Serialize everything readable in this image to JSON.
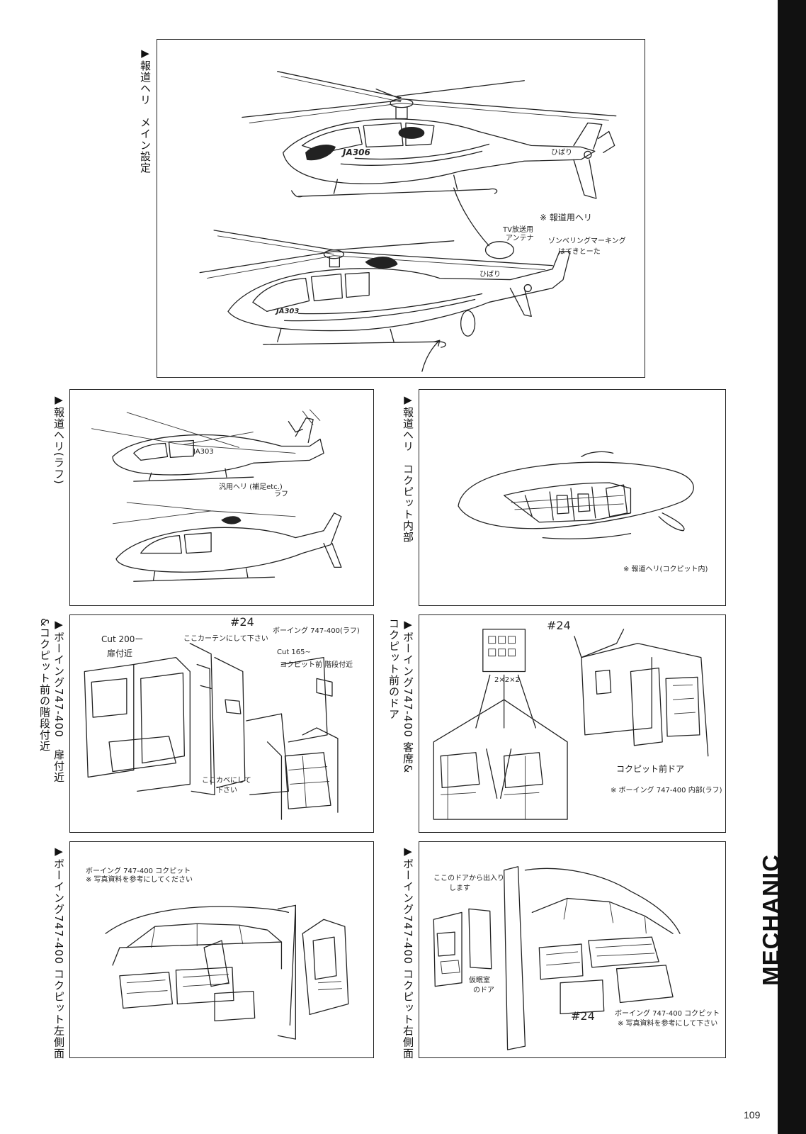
{
  "section_title": "MECHANIC",
  "page_number": "109",
  "captions": [
    "▶報道ヘリ　メイン設定",
    "▶報道ヘリ(ラフ)",
    "▶報道ヘリ　コクピット内部",
    "▶ボーイング747-400　扉付近",
    "&コクピット前の階段付近",
    "▶ボーイング747-400 客席&",
    "コクピット前のドア",
    "▶ボーイング747-400 コクピット左側面",
    "▶ボーイング747-400 コクピット右側面"
  ],
  "panel1": {
    "reg_top": "JA306",
    "reg_bottom": "JA303",
    "tail_top": "ひばり",
    "tail_bottom": "ひばり",
    "antenna_note_1": "TV放送用",
    "antenna_note_2": "アンテナ",
    "note_title": "※ 報道用ヘリ",
    "note_line_1": "ゾンベリングマーキング",
    "note_line_2": "はてきとーた"
  },
  "panel2": {
    "reg": "JA303",
    "note": "汎用ヘリ (補足etc.)",
    "rough": "ラフ"
  },
  "panel3": {
    "note": "※ 報道ヘリ(コクピット内)"
  },
  "panel4": {
    "scene": "#24",
    "cut": "Cut 200ー",
    "door_area": "扉付近",
    "curtain": "ここカーテンにして下さい",
    "stairs_1": "Cut 165~",
    "stairs_2": "コクピット前 階段付近",
    "wall_1": "ここカベにして",
    "wall_2": "下さい",
    "header": "ボーイング 747-400(ラフ)"
  },
  "panel5": {
    "scene": "#24",
    "seats": "2×2×2",
    "door": "コクピット前ドア",
    "ref": "※ ボーイング 747-400 内部(ラフ)"
  },
  "panel6": {
    "header_1": "ボーイング 747-400 コクピット",
    "header_2": "※ 写真資料を参考にしてください"
  },
  "panel7": {
    "exit_1": "ここのドアから出入り",
    "exit_2": "します",
    "rest_1": "仮眠室",
    "rest_2": "のドア",
    "scene": "#24",
    "footer_1": "ボーイング 747-400 コクピット",
    "footer_2": "※ 写真資料を参考にして下さい"
  }
}
